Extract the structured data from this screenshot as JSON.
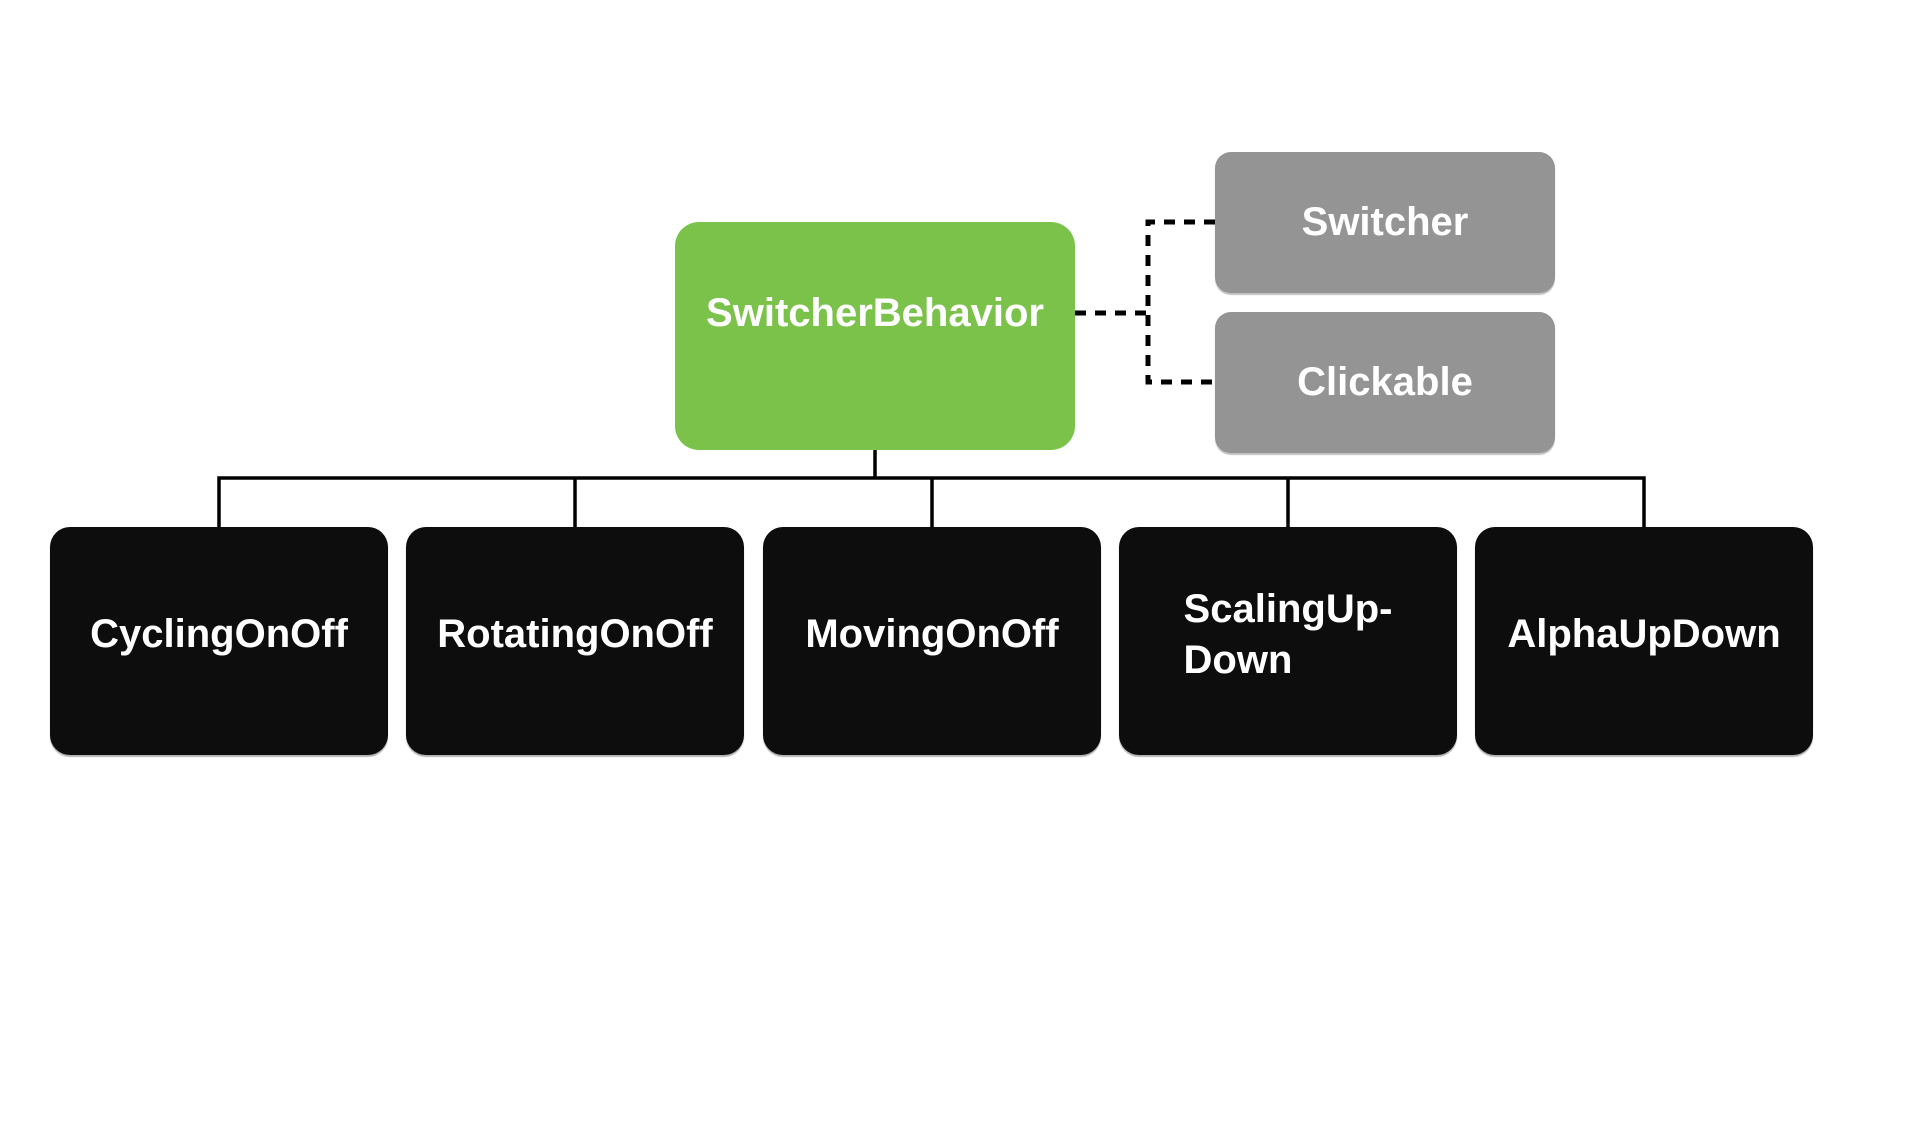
{
  "colors": {
    "root_box": "#7BC24A",
    "interface_box": "#949494",
    "subclass_box": "#0D0D0D",
    "connector": "#000000",
    "box_text": "#FFFFFF",
    "background": "#FFFFFF"
  },
  "diagram": {
    "root": {
      "label": "SwitcherBehavior"
    },
    "interfaces": [
      {
        "label": "Switcher"
      },
      {
        "label": "Clickable"
      }
    ],
    "subclasses": [
      {
        "label": "CyclingOnOff"
      },
      {
        "label": "RotatingOnOff"
      },
      {
        "label": "MovingOnOff"
      },
      {
        "label": "ScalingUp-\nDown"
      },
      {
        "label": "AlphaUpDown"
      }
    ]
  }
}
